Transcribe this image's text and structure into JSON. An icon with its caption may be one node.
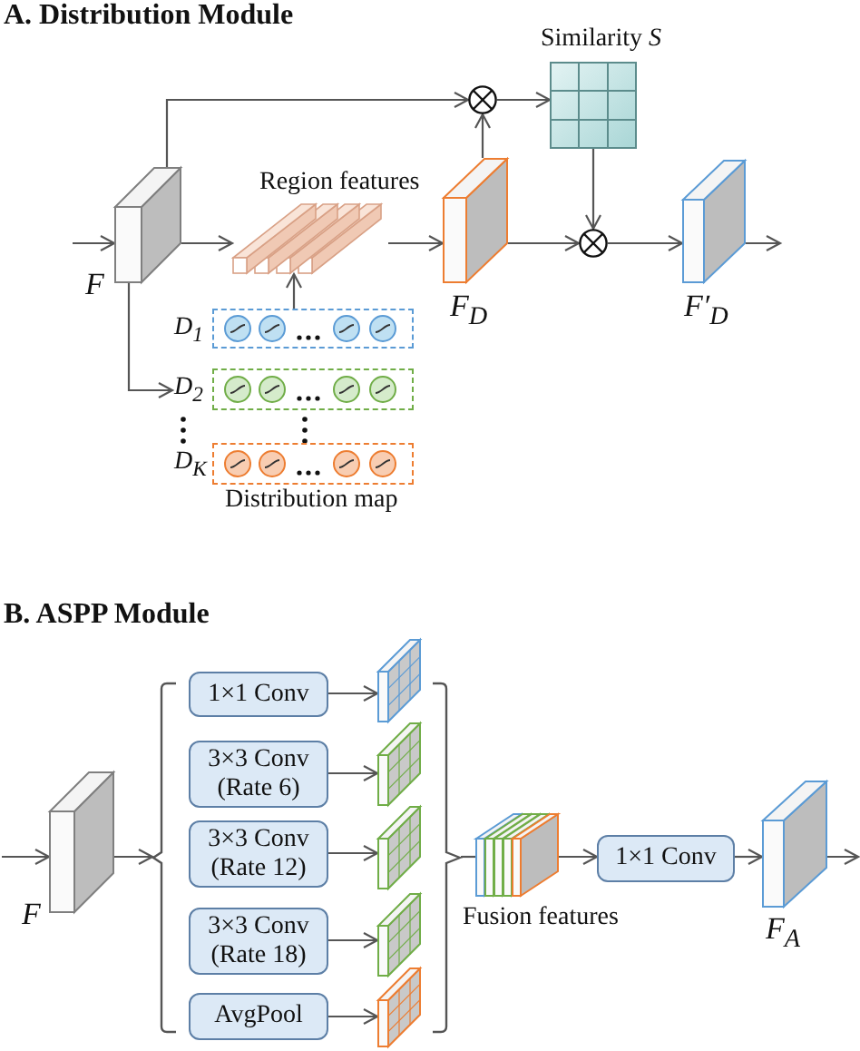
{
  "diagram": {
    "nodes": [
      {
        "text": [],
        "shape": "box",
        "beside": [
          "F"
        ]
      },
      {
        "text": [],
        "shape": "box",
        "beside": [
          "Region features"
        ]
      },
      {
        "text": [],
        "shape": "box",
        "beside": [
          "F$_{D}$"
        ]
      },
      {
        "text": [],
        "shape": "circle"
      },
      {
        "text": [],
        "shape": "box",
        "beside": [
          "Similarity *S*"
        ]
      },
      {
        "text": [],
        "shape": "circle"
      },
      {
        "text": [],
        "shape": "box",
        "beside": [
          "F′$_{D}$"
        ]
      },
      {
        "text": [],
        "shape": "box",
        "beside": [
          "D$_{1}$"
        ]
      },
      {
        "text": [],
        "shape": "box",
        "beside": [
          "D$_{2}$"
        ]
      },
      {
        "text": [],
        "shape": "box",
        "beside": [
          "D$_{K}$"
        ]
      },
      {
        "text": [],
        "shape": "box",
        "beside": [
          "F"
        ]
      },
      {
        "text": [],
        "shape": "bracket"
      },
      {
        "text": [
          "1×1 Conv"
        ]
      },
      {
        "text": [
          "3×3 Conv (Rate 6)"
        ]
      },
      {
        "text": [
          "3×3 Conv (Rate 12)"
        ]
      },
      {
        "text": [
          "3×3 Conv (Rate 18)"
        ]
      },
      {
        "text": [
          "AvgPool"
        ]
      },
      {
        "text": [],
        "shape": "box"
      },
      {
        "text": [],
        "shape": "box"
      },
      {
        "text": [],
        "shape": "box"
      },
      {
        "text": [],
        "shape": "box"
      },
      {
        "text": [],
        "shape": "box"
      },
      {
        "text": [],
        "shape": "bracket"
      },
      {
        "text": [],
        "shape": "box",
        "beside": [
          "Fusion features"
        ]
      },
      {
        "text": [
          "1×1 Conv"
        ]
      },
      {
        "text": [],
        "shape": "box",
        "beside": [
          "F$_{A}$"
        ]
      }
    ],
    "edges": [
      {
        "from": null,
        "to": 0,
        "arrow": "to"
      },
      {
        "from": 0,
        "to": 1,
        "arrow": "to"
      },
      {
        "from": 1,
        "to": 2,
        "arrow": "to"
      },
      {
        "from": 2,
        "to": 3,
        "arrow": "to"
      },
      {
        "from": 0,
        "to": 3,
        "arrow": "to"
      },
      {
        "from": 3,
        "to": 4,
        "arrow": "to"
      },
      {
        "from": 4,
        "to": 5,
        "arrow": "to"
      },
      {
        "from": 2,
        "to": 5,
        "arrow": "to"
      },
      {
        "from": 5,
        "to": 6,
        "arrow": "to"
      },
      {
        "from": 6,
        "to": null,
        "arrow": "to"
      },
      {
        "from": 7,
        "to": 1,
        "arrow": "to"
      },
      {
        "from": 0,
        "to": 8,
        "arrow": "to"
      },
      {
        "from": null,
        "to": 10,
        "arrow": "to"
      },
      {
        "from": 10,
        "to": 11,
        "arrow": "to"
      },
      {
        "from": 12,
        "to": 17,
        "arrow": "to"
      },
      {
        "from": 13,
        "to": 18,
        "arrow": "to"
      },
      {
        "from": 14,
        "to": 19,
        "arrow": "to"
      },
      {
        "from": 15,
        "to": 20,
        "arrow": "to"
      },
      {
        "from": 16,
        "to": 21,
        "arrow": "to"
      },
      {
        "from": 22,
        "to": 23,
        "arrow": "none"
      },
      {
        "from": 23,
        "to": 24,
        "arrow": "to"
      },
      {
        "from": 24,
        "to": 25,
        "arrow": "to"
      },
      {
        "from": 25,
        "to": null,
        "arrow": "to"
      }
    ],
    "labels": [
      "A. Distribution Module",
      "Distribution map",
      "B. ASPP Module"
    ]
  }
}
